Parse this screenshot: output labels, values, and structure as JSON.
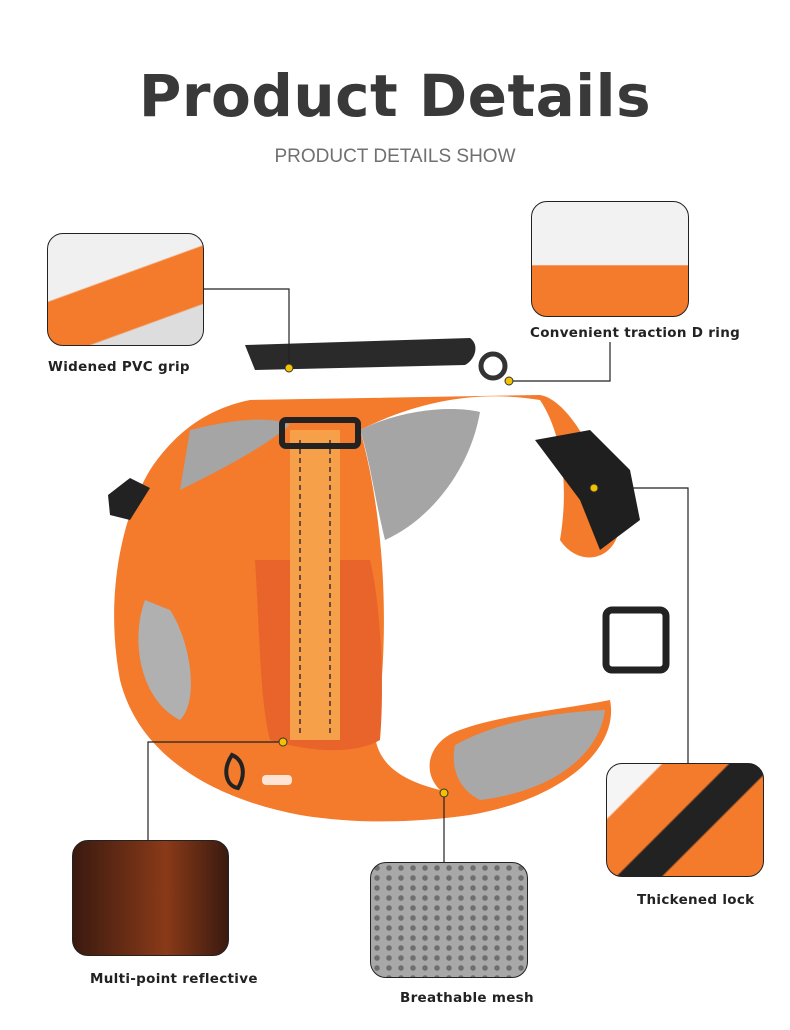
{
  "header": {
    "title": "Product Details",
    "subtitle": "PRODUCT DETAILS SHOW"
  },
  "features": [
    {
      "label": "Widened PVC grip"
    },
    {
      "label": "Convenient traction D ring"
    },
    {
      "label": "Thickened lock"
    },
    {
      "label": "Multi-point reflective"
    },
    {
      "label": "Breathable mesh"
    }
  ],
  "colors": {
    "harness": "#f47a2c",
    "mesh": "#a9a9a9",
    "callout": "#f2c200",
    "line": "#222222"
  }
}
